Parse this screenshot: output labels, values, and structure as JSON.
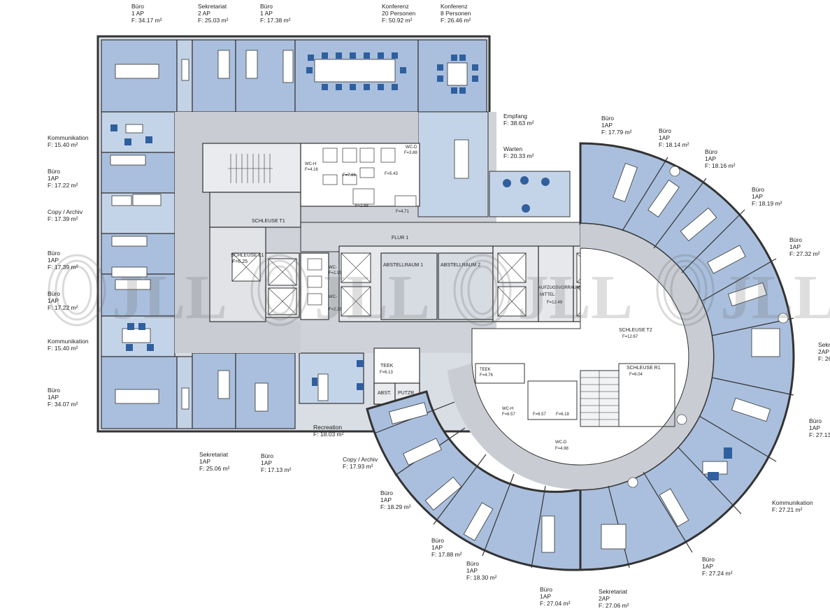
{
  "room_labels": [
    {
      "id": "buero-1",
      "name": "Büro",
      "sub": "1 AP",
      "area": "F:  34.17  m²"
    },
    {
      "id": "sekretariat-1",
      "name": "Sekretariat",
      "sub": "2 AP",
      "area": "F:  25.03  m²"
    },
    {
      "id": "buero-2",
      "name": "Büro",
      "sub": "1 AP",
      "area": "F:  17.38  m²"
    },
    {
      "id": "konferenz-1",
      "name": "Konferenz",
      "sub": "20 Personen",
      "area": "F:  50.92  m²"
    },
    {
      "id": "konferenz-2",
      "name": "Konferenz",
      "sub": "8 Personen",
      "area": "F:  26.46  m²"
    },
    {
      "id": "empfang",
      "name": "Empfang",
      "sub": "",
      "area": "F:  38.63  m²"
    },
    {
      "id": "warten",
      "name": "Warten",
      "sub": "",
      "area": "F:  20.33  m²"
    },
    {
      "id": "kommunikation-1",
      "name": "Kommunikation",
      "sub": "",
      "area": "F:  15.40  m²"
    },
    {
      "id": "buero-3",
      "name": "Büro",
      "sub": "1AP",
      "area": "F:  17.22  m²"
    },
    {
      "id": "copy-1",
      "name": "Copy / Archiv",
      "sub": "",
      "area": "F:  17.39  m²"
    },
    {
      "id": "buero-4",
      "name": "Büro",
      "sub": "1AP",
      "area": "F:  17.39  m²"
    },
    {
      "id": "buero-5",
      "name": "Büro",
      "sub": "1AP",
      "area": "F:  17.22  m²"
    },
    {
      "id": "kommunikation-2",
      "name": "Kommunikation",
      "sub": "",
      "area": "F:  15.40  m²"
    },
    {
      "id": "buero-6",
      "name": "Büro",
      "sub": "1AP",
      "area": "F:  34.07  m²"
    },
    {
      "id": "sekretariat-2",
      "name": "Sekretariat",
      "sub": "1AP",
      "area": "F:  25.06  m²"
    },
    {
      "id": "buero-7",
      "name": "Büro",
      "sub": "1AP",
      "area": "F:  17.13  m²"
    },
    {
      "id": "recreation",
      "name": "Recreation",
      "sub": "",
      "area": "F:  18.03  m²"
    },
    {
      "id": "copy-2",
      "name": "Copy / Archiv",
      "sub": "",
      "area": "F:  17.93  m²"
    },
    {
      "id": "buero-8",
      "name": "Büro",
      "sub": "1AP",
      "area": "F:  18.29  m²"
    },
    {
      "id": "buero-9",
      "name": "Büro",
      "sub": "1AP",
      "area": "F:  17.88  m²"
    },
    {
      "id": "buero-10",
      "name": "Büro",
      "sub": "1AP",
      "area": "F:  18.30  m²"
    },
    {
      "id": "buero-11",
      "name": "Büro",
      "sub": "1AP",
      "area": "F:  27.04  m²"
    },
    {
      "id": "sekretariat-3",
      "name": "Sekretariat",
      "sub": "2AP",
      "area": "F:  27.06  m²"
    },
    {
      "id": "buero-12",
      "name": "Büro",
      "sub": "1AP",
      "area": "F:  27.24  m²"
    },
    {
      "id": "kommunikation-3",
      "name": "Kommunikation",
      "sub": "",
      "area": "F:  27.21  m²"
    },
    {
      "id": "buero-13",
      "name": "Büro",
      "sub": "1AP",
      "area": "F:  27.13"
    },
    {
      "id": "sekr-4",
      "name": "Sekr",
      "sub": "2AP",
      "area": "F:  26"
    },
    {
      "id": "buero-14",
      "name": "Büro",
      "sub": "1AP",
      "area": "F:  27.32  m²"
    },
    {
      "id": "buero-15",
      "name": "Büro",
      "sub": "1AP",
      "area": "F:  18.19  m²"
    },
    {
      "id": "buero-16",
      "name": "Büro",
      "sub": "1AP",
      "area": "F:  18.16  m²"
    },
    {
      "id": "buero-17",
      "name": "Büro",
      "sub": "1AP",
      "area": "F:  18.14  m²"
    },
    {
      "id": "buero-18",
      "name": "Büro",
      "sub": "1AP",
      "area": "F:  17.79  m²"
    }
  ],
  "inner_labels": {
    "schleuse_t1": "SCHLEUSE T1",
    "flur_1": "FLUR 1",
    "abstellraum_1": "ABSTELLRAUM 1",
    "abstellraum_2": "ABSTELLRAUM 2",
    "schleuse_l1": "SCHLEUSE L1",
    "schleuse_l1_area": "F=6.25",
    "aufzug": "AUFZUGSVORRAUM",
    "aufzug_sub": "MITTEL",
    "aufzug_area": "F=12.49",
    "schleuse_t2": "SCHLEUSE T2",
    "schleuse_t2_area": "F=12.67",
    "schleuse_r1": "SCHLEUSE R1",
    "schleuse_r1_area": "F=6.04",
    "teek_1": "TEEK",
    "teek_1_area": "F=6.13",
    "teek_2": "TEEK",
    "teek_2_area": "F=4.76",
    "abst": "ABST.",
    "putzr": "PUTZR",
    "wc_h1": "WC-H",
    "wc_h1_area": "F=4.16",
    "wc_d1": "WC-D",
    "wc_d1_area": "F=3.88",
    "wc_area_a": "F=7.66",
    "wc_area_b": "F=5.43",
    "wc_area_c": "F=2.88",
    "wc_area_d": "F=4.71",
    "wc_h2": "WC-H",
    "wc_h2_area": "F=6.57",
    "wc_area_e": "F=6.57",
    "wc_area_f": "F=6.18",
    "wc_d2": "WC-D",
    "wc_d2_area": "F=4.98",
    "wc_l_a": "WC-",
    "wc_l_b": "WC-",
    "wc_l_area_a": "F=1.99",
    "wc_l_area_b": "F=2.39"
  },
  "watermark": "JLL"
}
